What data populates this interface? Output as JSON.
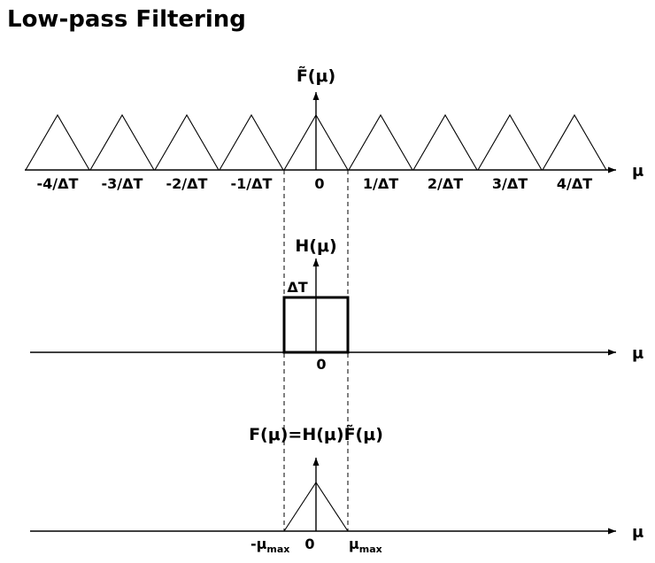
{
  "title": "Low-pass Filtering",
  "colors": {
    "line": "#000000",
    "background": "#ffffff"
  },
  "plots": {
    "top": {
      "ylabel": "F̃(μ)",
      "axis_label": "μ",
      "ticks": [
        "-4/ΔT",
        "-3/ΔT",
        "-2/ΔT",
        "-1/ΔT",
        "0",
        "1/ΔT",
        "2/ΔT",
        "3/ΔT",
        "4/ΔT"
      ]
    },
    "middle": {
      "ylabel": "H(μ)",
      "axis_label": "μ",
      "height_label": "ΔT",
      "origin_label": "0"
    },
    "bottom": {
      "ylabel": "F(μ)=H(μ)F̃(μ)",
      "axis_label": "μ",
      "x_min_label": "-μ",
      "x_min_sub": "max",
      "origin_label": "0",
      "x_max_label": "μ",
      "x_max_sub": "max"
    }
  }
}
